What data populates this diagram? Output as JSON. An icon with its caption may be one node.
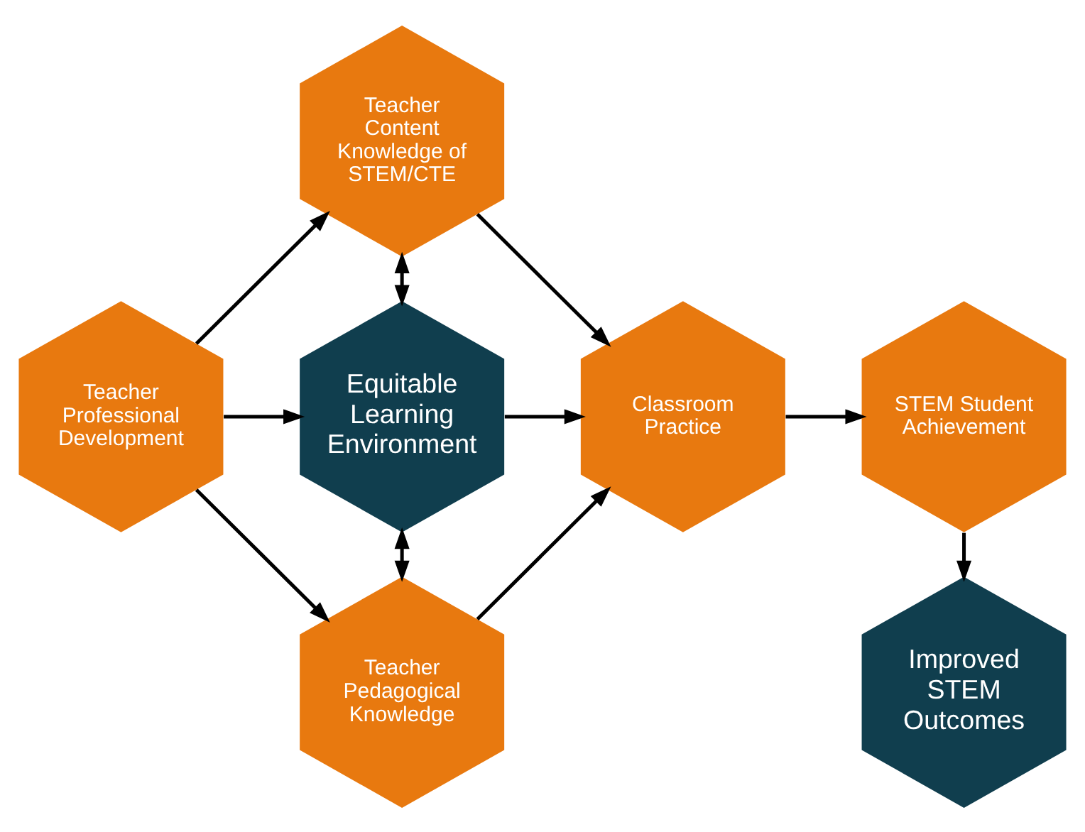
{
  "diagram": {
    "nodes": [
      {
        "text": [
          "Teacher Professional Development"
        ]
      },
      {
        "text": [
          "Teacher Content Knowledge of STEM/CTE"
        ]
      },
      {
        "text": [
          "Equitable Learning Environment"
        ]
      },
      {
        "text": [
          "Teacher Pedagogical Knowledge"
        ]
      },
      {
        "text": [
          "Classroom Practice"
        ]
      },
      {
        "text": [
          "STEM Student Achievement"
        ]
      },
      {
        "text": [
          "Improved STEM Outcomes"
        ]
      }
    ],
    "edges": [
      {
        "from": 0,
        "to": 1,
        "arrow": "to"
      },
      {
        "from": 0,
        "to": 2,
        "arrow": "to"
      },
      {
        "from": 0,
        "to": 3,
        "arrow": "to"
      },
      {
        "from": 1,
        "to": 2,
        "arrow": "both"
      },
      {
        "from": 2,
        "to": 3,
        "arrow": "both"
      },
      {
        "from": 1,
        "to": 4,
        "arrow": "to"
      },
      {
        "from": 2,
        "to": 4,
        "arrow": "to"
      },
      {
        "from": 3,
        "to": 4,
        "arrow": "to"
      },
      {
        "from": 4,
        "to": 5,
        "arrow": "to"
      },
      {
        "from": 5,
        "to": 6,
        "arrow": "to"
      }
    ]
  }
}
